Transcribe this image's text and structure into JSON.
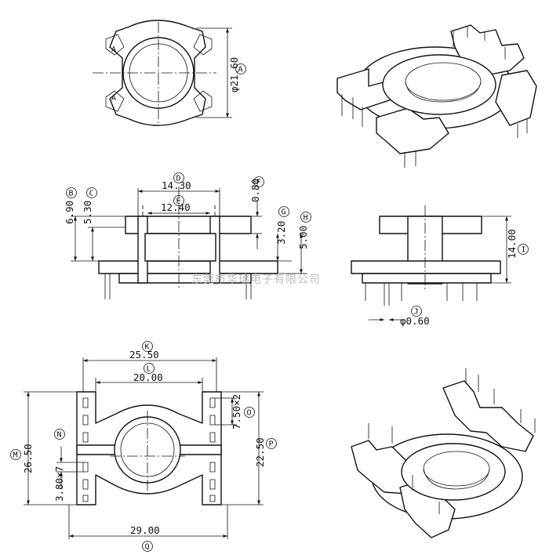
{
  "colors": {
    "line": "#111111",
    "paper": "#ffffff",
    "watermark": "#bdbdbd"
  },
  "watermark": "东莞市华瑞电子有限公司",
  "views": {
    "top_view": {
      "dim": {
        "label": "A",
        "value": "φ21.60"
      },
      "marks": [
        "A",
        "A"
      ]
    },
    "front_view": {
      "dims": [
        {
          "label": "B",
          "value": "6.90"
        },
        {
          "label": "C",
          "value": "5.30"
        },
        {
          "label": "D",
          "value": "14.30"
        },
        {
          "label": "E",
          "value": "12.40"
        },
        {
          "label": "F",
          "value": "0.80"
        },
        {
          "label": "G",
          "value": "3.20"
        },
        {
          "label": "H",
          "value": "5.00"
        }
      ]
    },
    "side_view": {
      "dims": [
        {
          "label": "I",
          "value": "14.00"
        },
        {
          "label": "J",
          "value": "φ0.60"
        }
      ]
    },
    "bottom_view": {
      "dims": [
        {
          "label": "K",
          "value": "25.50"
        },
        {
          "label": "L",
          "value": "20.00"
        },
        {
          "label": "M",
          "value": "26.50"
        },
        {
          "label": "N",
          "value": "3.80×7"
        },
        {
          "label": "O",
          "value": "7.50×2"
        },
        {
          "label": "P",
          "value": "22.50"
        },
        {
          "label": "Q",
          "value": "29.00"
        }
      ]
    }
  }
}
